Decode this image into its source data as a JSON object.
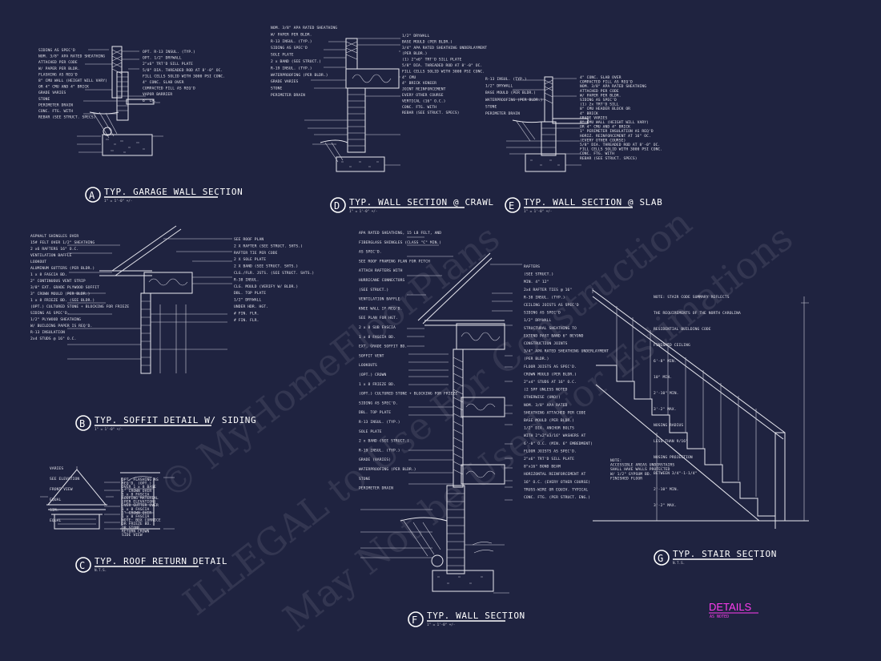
{
  "watermark": {
    "line1": "© MyHomeFloorPlans",
    "line2": "ILLEGAL to Use For Construction",
    "line3": "May Not be Used For Estimations"
  },
  "sheet_title": {
    "title": "DETAILS",
    "subtitle": "AS NOTED",
    "color": "#ff3cf0"
  },
  "details": [
    {
      "tag": "A",
      "title": "TYP. GARAGE WALL SECTION",
      "scale": "1\" = 1'-0\" +/-",
      "notes_left": [
        "SIDING AS SPEC'D",
        "NOM. 3/8\" APA RATED SHEATHING",
        "ATTACHED PER CODE",
        "W/ PAPER PER BLDR.",
        "FLASHING AS REQ'D",
        "8\" CMU WALL (HEIGHT WILL VARY)",
        "OR 4\" CMU AND 4\" BRICK",
        "GRADE VARIES",
        "STONE",
        "PERIMETER DRAIN",
        "CONC. FTG. WITH",
        "REBAR (SEE STRUCT. SPECS)"
      ],
      "notes_right": [
        "OPT. R-13 INSUL. (TYP.)",
        "OPT. 1/2\" DRYWALL",
        "2\"x6\" TRT'D SILL PLATE",
        "5/8\" DIA. THREADED ROD AT 8'-0\" OC.",
        "FILL CELLS SOLID WITH 3000 PSI CONC.",
        "4\" CONC. SLAB OVER",
        "COMPACTED FILL AS REQ'D",
        "VAPOR BARRIER",
        "6\" CR."
      ]
    },
    {
      "tag": "D",
      "title": "TYP. WALL SECTION @ CRAWL",
      "scale": "1\" = 1'-0\" +/-",
      "notes_left": [
        "NOM. 3/8\" APA RATED SHEATHING",
        "W/ PAPER PER BLDR.",
        "R-13 INSUL. (TYP.)",
        "SIDING AS SPEC'D",
        "SOLE PLATE",
        "2 x BAND (SEE STRUCT.)",
        "R-19 INSUL. (TYP.)",
        "WATERPROOFING (PER BLDR.)",
        "GRADE VARIES",
        "STONE",
        "PERIMETER DRAIN"
      ],
      "notes_right": [
        "1/2\" DRYWALL",
        "BASE MOULD (PER BLDR.)",
        "3/4\" APA RATED SHEATHING UNDERLAYMENT",
        "(PER BLDR.)",
        "(1) 2\"x6\" TRT'D SILL PLATE",
        "5/8\" DIA. THREADED ROD AT 8'-0\" OC.",
        "FILL CELLS SOLID WITH 3000 PSI CONC.",
        "4\" CMU",
        "4\" BRICK VENEER",
        "JOINT REINFORCEMENT",
        "EVERY OTHER COURSE",
        "VERTICAL (16\" O.C.)",
        "CONC. FTG. WITH",
        "REBAR (SEE STRUCT. SPECS)"
      ]
    },
    {
      "tag": "E",
      "title": "TYP. WALL SECTION @ SLAB",
      "scale": "1\" = 1'-0\" +/-",
      "notes_left": [
        "R-13 INSUL. (TYP.)",
        "1/2\" DRYWALL",
        "BASE MOULD (PER BLDR.)",
        "WATERPROOFING (PER BLDR.)",
        "STONE",
        "PERIMETER DRAIN"
      ],
      "notes_right": [
        "4\" CONC. SLAB OVER",
        "COMPACTED FILL AS REQ'D",
        "NOM. 3/8\" APA RATED SHEATHING",
        "ATTACHED PER CODE",
        "W/ PAPER PER BLDR.",
        "SIDING AS SPEC'D",
        "(1) 2x TRT'D SILL",
        "8\" CMU HEADER BLOCK OR",
        "4\" BRICK",
        "GRADE VARIES",
        "8\" CMU WALL (HEIGHT WILL VARY)",
        "OR 4\" CMU AND 4\" BRICK",
        "1\" PERIMETER INSULATION AS REQ'D",
        "HORIZ. REINFORCEMENT AT 16\" OC.",
        "(EVERY OTHER COURSE)",
        "5/8\" DIA. THREADED ROD AT 8'-0\" OC.",
        "FILL CELLS SOLID WITH 3000 PSI CONC.",
        "CONC. FTG. WITH",
        "REBAR (SEE STRUCT. SPECS)"
      ]
    },
    {
      "tag": "B",
      "title": "TYP. SOFFIT DETAIL W/ SIDING",
      "scale": "1\" = 1'-0\" +/-",
      "notes_left": [
        "ASPHALT SHINGLES OVER",
        "15# FELT OVER 1/2\" SHEATHING",
        "2 x6 RAFTERS 16\" O.C.",
        "VENTILATION BAFFLE",
        "LOOKOUT",
        "ALUMINUM GUTTERS (PER BLDR.)",
        "1 x 8 FASCIA BD.",
        "2\" CONTINUOUS VENT STRIP",
        "3/8\" EXT. GRADE PLYWOOD SOFFIT",
        "3\" CROWN MOULD (PER BLDR.)",
        "1 x 8 FRIEZE BD. (SEE BLDR.)",
        "(OPT.) CULTURED STONE + BLOCKING FOR FRIEZE",
        "SIDING AS SPEC'D.",
        "1/2\" PLYWOOD SHEATHING",
        "W/ BUILDING PAPER IS REQ'D.",
        "R-13 INSULATION",
        "2x4 STUDS @ 16\" O.C."
      ],
      "notes_right": [
        "SEE ROOF PLAN",
        "2 X RAFTER (SEE STRUCT. SHTS.)",
        "RAFTER TIE PER CODE",
        "2 X SOLE PLATE",
        "2 X BAND (SEE STRUCT. SHTS.)",
        "CLG./FLR. JSTS. (SEE STRUCT. SHTS.)",
        "R-38 INSUL.",
        "CLG. MOULD (VERIFY W/ BLDR.)",
        "DBL. TOP PLATE",
        "1/2\" DRYWALL",
        "UNDER HDR. HGT.",
        "# FIN. FLR.",
        "# FIN. FLR."
      ]
    },
    {
      "tag": "F",
      "title": "TYP. WALL SECTION",
      "scale": "1\" = 1'-0\" +/-",
      "notes_left": [
        "APA RATED SHEATHING, 15 LB FELT, AND",
        "FIBERGLASS SHINGLES (CLASS \"C\" MIN.)",
        "AS SPEC'D.",
        "SEE ROOF FRAMING PLAN FOR PITCH",
        "ATTACH RAFTERS WITH",
        "HURRICANE CONNECTORS",
        "(SEE STRUCT.)",
        "VENTILATION BAFFLE",
        "KNEE WALL IF REQ'D.",
        "SEE PLAN FOR HGT.",
        "2 x 8 SUB FASCIA",
        "1 x 8 FASCIA BD.",
        "EXT. GRADE SOFFIT BD.",
        "SOFFIT VENT",
        "LOOKOUTS",
        "(OPT.) CROWN",
        "1 x 8 FRIEZE BD.",
        "(OPT.) CULTURED STONE + BLOCKING FOR FRIEZE",
        "SIDING AS SPEC'D.",
        "DBL. TOP PLATE",
        "R-13 INSUL. (TYP.)",
        "SOLE PLATE",
        "2 x BAND (SEE STRUCT.)",
        "R-19 INSUL. (TYP.)",
        "GRADE (VARIES)",
        "WATERPROOFING (PER BLDR.)",
        "STONE",
        "PERIMETER DRAIN"
      ],
      "notes_right": [
        "RAFTERS",
        "(SEE STRUCT.)",
        "MIN. 4\" 12\"",
        "2x4 RAFTER TIES @ 16\"",
        "R-38 INSUL. (TYP.)",
        "CEILING JOISTS AS SPEC'D",
        "SIDING AS SPEC'D",
        "1/2\" DRYWALL",
        "STRUCTURAL SHEATHING TO",
        "EXTEND PAST BAND 6\" BEYOND",
        "CONSTRUCTION JOINTS",
        "3/4\" APA RATED SHEATHING UNDERLAYMENT",
        "(PER BLDR.)",
        "FLOOR JOISTS AS SPEC'D.",
        "CROWN MOULD (PER BLDR.)",
        "2\"x4\" STUDS AT 16\" O.C.",
        "(2 SPF UNLESS NOTED",
        "OTHERWISE (UNO))",
        "NOM. 3/8\" APA RATED",
        "SHEATHING ATTACHED PER CODE",
        "BASE MOULD (PER BLDR.)",
        "1/2\" DIA. ANCHOR BOLTS",
        "WITH 2\"x2\"x3/16\" WASHERS AT",
        "6'-0\" O.C. (MIN. 6\" EMBEDMENT)",
        "FLOOR JOISTS AS SPEC'D.",
        "2\"x6\" TRT'D SILL PLATE",
        "8\"x16\" BOND BEAM",
        "HORIZONTAL REINFORCEMENT AT",
        "16\" O.C. (EVERY OTHER COURSE)",
        "TRUSS-WIRE OR EQUIV. TYPICAL",
        "CONC. FTG. (PER STRUCT. ENG.)"
      ]
    },
    {
      "tag": "C",
      "title": "TYP. ROOF RETURN DETAIL",
      "scale": "N.T.S.",
      "notes_left": [
        "VARIES",
        "SEE ELEVATION",
        "FRONT VIEW",
        "EQUAL",
        "SIM.",
        "EQUAL"
      ],
      "notes_right": [
        "OPT. FLASHING AS",
        "REQ'D. (OPT.)",
        "OVER 1 x 8 BASE",
        "1\" CROWN OVER",
        "1 x 8 FASCIA",
        "ROOFING MATERIAL",
        "(PER ELEVATION)",
        "OVER GUTTER OVER",
        "1 x 8 FASCIA",
        "1\" CROWN OVER",
        "1 x 8 FASCIA",
        "NOTE: BOX CORNICE",
        "OR FRIEZE BD.",
        "OR STONE",
        "RETURN CROWN",
        "SIDE VIEW"
      ]
    },
    {
      "tag": "G",
      "title": "TYP. STAIR SECTION",
      "scale": "N.T.S.",
      "notes_left": [
        "NOTE:",
        "ACCESSIBLE AREAS UNDERSTAIRS",
        "SHALL HAVE WALLS PROTECTED",
        "W/ 1/2\" GYPSUM BD.",
        "FINISHED FLOOR"
      ],
      "notes_right": [
        "NOTE: STAIR CODE SUMMARY REFLECTS",
        "THE REQUIREMENTS OF THE NORTH CAROLINA",
        "RESIDENTIAL BUILDING CODE",
        "FINISHED CEILING",
        "6'-8\" MIN.",
        "10\" MIN.",
        "2'-10\" MIN.",
        "3'-2\" MAX.",
        "NOSING RADIUS",
        "LESS THAN 9/16\"",
        "NOSING PROJECTION",
        "BETWEEN 3/4\"-1-1/4\"",
        "2'-10\" MIN.",
        "3'-2\" MAX."
      ]
    }
  ]
}
